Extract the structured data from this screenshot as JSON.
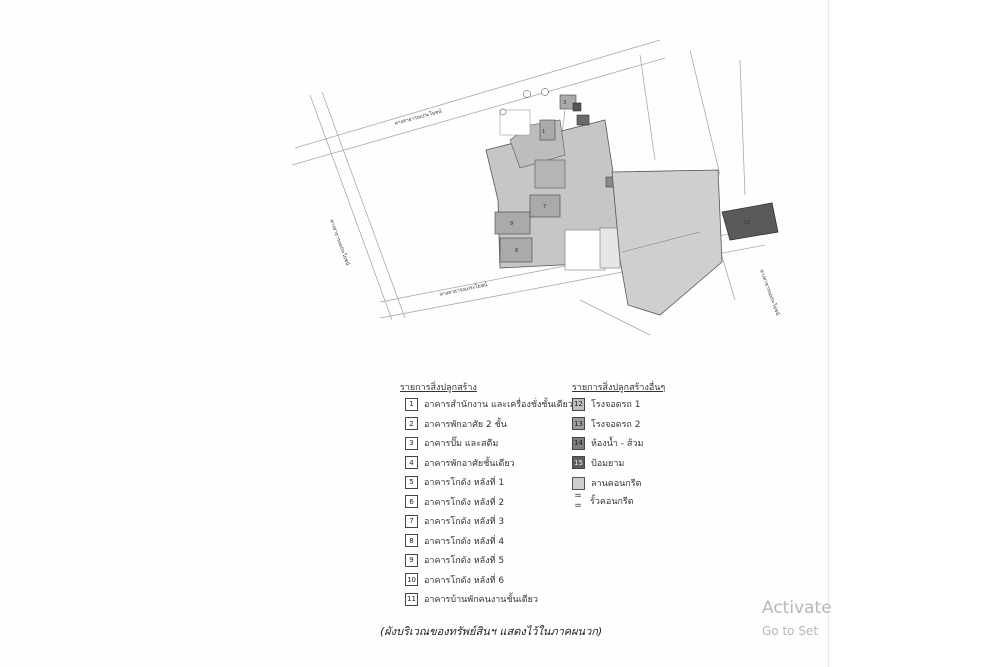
{
  "plan": {
    "road_top": "ทางสาธารณประโยชน์",
    "road_left": "ทางสาธารณประโยชน์",
    "road_bottom": "ทางสาธารณประโยชน์",
    "road_right": "ทางสาธารณประโยชน์"
  },
  "legend_left": {
    "title": "รายการสิ่งปลูกสร้าง",
    "items": [
      {
        "num": "1",
        "label": "อาคารสำนักงาน และเครื่องชั่งชั้นเดียว"
      },
      {
        "num": "2",
        "label": "อาคารพักอาศัย 2 ชั้น"
      },
      {
        "num": "3",
        "label": "อาคารปั๊ม และสตีม"
      },
      {
        "num": "4",
        "label": "อาคารพักอาศัยชั้นเดียว"
      },
      {
        "num": "5",
        "label": "อาคารโกดัง หลังที่ 1"
      },
      {
        "num": "6",
        "label": "อาคารโกดัง หลังที่ 2"
      },
      {
        "num": "7",
        "label": "อาคารโกดัง หลังที่ 3"
      },
      {
        "num": "8",
        "label": "อาคารโกดัง หลังที่ 4"
      },
      {
        "num": "9",
        "label": "อาคารโกดัง หลังที่ 5"
      },
      {
        "num": "10",
        "label": "อาคารโกดัง หลังที่ 6"
      },
      {
        "num": "11",
        "label": "อาคารบ้านพักคนงานชั้นเดียว"
      }
    ]
  },
  "legend_right": {
    "title": "รายการสิ่งปลูกสร้างอื่นๆ",
    "items": [
      {
        "num": "12",
        "label": "โรงจอดรถ 1"
      },
      {
        "num": "13",
        "label": "โรงจอดรถ 2"
      },
      {
        "num": "14",
        "label": "ห้องน้ำ - ส้วม"
      },
      {
        "num": "15",
        "label": "ป้อมยาม"
      }
    ],
    "concrete_label": "ลานคอนกรีต",
    "fence_symbol": "= =",
    "fence_label": "รั้วคอนกรีต"
  },
  "caption": "(ผังบริเวณของทรัพย์สินฯ แสดงไว้ในภาคผนวก)",
  "watermark": {
    "title": "Activate",
    "subtitle": "Go to Set"
  }
}
